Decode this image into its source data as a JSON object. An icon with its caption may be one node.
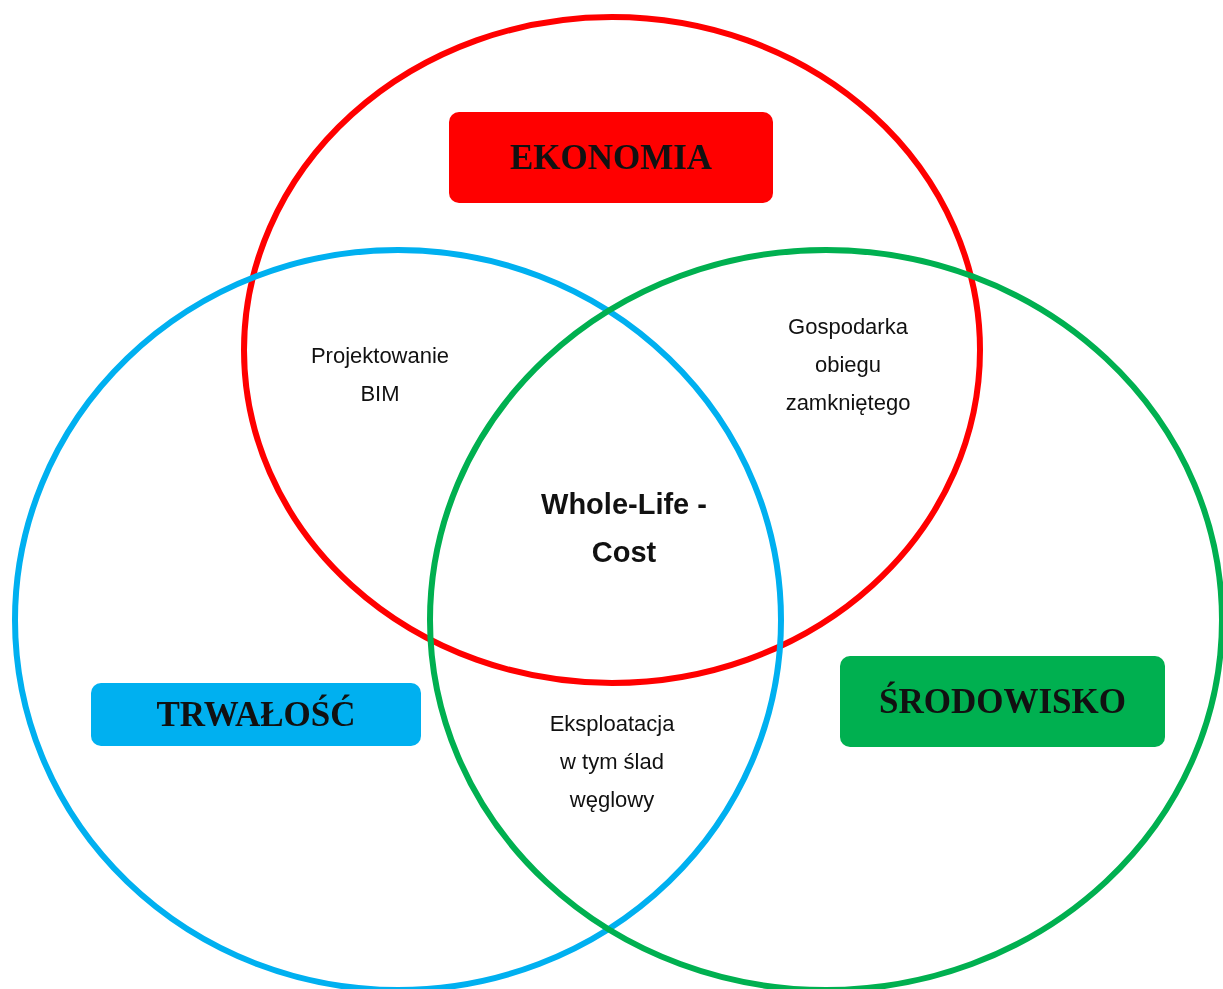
{
  "diagram": {
    "nodes": [
      {
        "text": [
          "EKONOMIA"
        ]
      },
      {
        "text": [
          "TRWAŁOŚĆ"
        ]
      },
      {
        "text": [
          "ŚRODOWISKO"
        ]
      }
    ],
    "labels": [
      "Projektowanie BIM",
      "Gospodarka obiegu zamkniętego",
      "Whole-Life -Cost",
      "Eksploatacja w tym ślad węglowy"
    ]
  }
}
